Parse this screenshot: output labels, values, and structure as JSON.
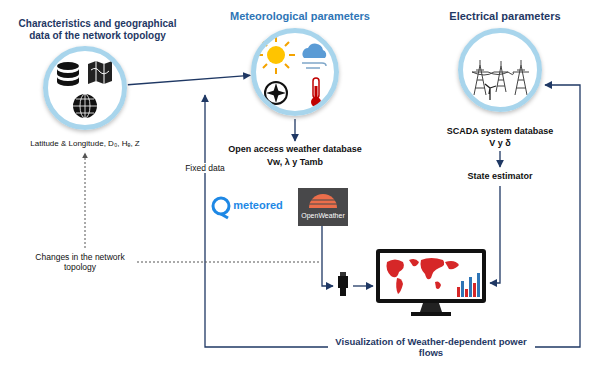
{
  "diagram": {
    "nodes": [
      {
        "text": [
          "Characteristics and geographical data of the network topology"
        ]
      },
      {
        "text": [
          "Meteorological parameters"
        ]
      },
      {
        "text": [
          "Electrical parameters"
        ]
      },
      {
        "text": [
          "Visualization of Weather-dependent power flows"
        ]
      }
    ],
    "edges": [
      {
        "from": 0,
        "to": 1,
        "arrow": "to"
      }
    ],
    "labels": [
      "Latitude & Longitude, D₀, Hₑ, Z",
      "Fixed data",
      "Changes in the network topology",
      "Open access weather database",
      "Vw, λ y Tamb",
      "meteored",
      "OpenWeather",
      "SCADA system database",
      "V y δ",
      "State estimator"
    ]
  }
}
